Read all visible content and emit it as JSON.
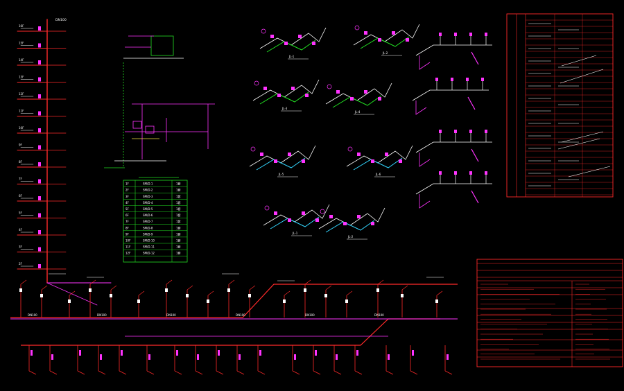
{
  "drawing": {
    "background": "#000000",
    "colors": {
      "red": "#ff2a2a",
      "magenta": "#ff33ff",
      "green": "#22e022",
      "white": "#ffffff",
      "cyan": "#33d6ff",
      "yellow": "#f0e040"
    }
  },
  "riser": {
    "floor_tags": [
      "16F",
      "15F",
      "14F",
      "13F",
      "12F",
      "11F",
      "10F",
      "9F",
      "8F",
      "7F",
      "6F",
      "5F",
      "4F",
      "3F",
      "2F"
    ],
    "top_label": "DN100"
  },
  "isometric_groups": [
    {
      "name": "iso-group-1",
      "title": "JL-1"
    },
    {
      "name": "iso-group-2",
      "title": "JL-2"
    },
    {
      "name": "iso-group-3",
      "title": "JL-3"
    },
    {
      "name": "iso-group-4",
      "title": "JL-4"
    },
    {
      "name": "iso-group-5",
      "title": "JL-5"
    },
    {
      "name": "iso-group-6",
      "title": "JL-6"
    }
  ],
  "fixture_table": {
    "title": "",
    "rows": [
      {
        "code": "1F",
        "model": "SM/D-1",
        "qty": "1套"
      },
      {
        "code": "2F",
        "model": "SM/D-2",
        "qty": "1套"
      },
      {
        "code": "3F",
        "model": "SM/D-3",
        "qty": "1套"
      },
      {
        "code": "4F",
        "model": "SM/D-4",
        "qty": "1套"
      },
      {
        "code": "5F",
        "model": "SM/D-5",
        "qty": "1套"
      },
      {
        "code": "6F",
        "model": "SM/D-6",
        "qty": "1套"
      },
      {
        "code": "7F",
        "model": "SM/D-7",
        "qty": "1套"
      },
      {
        "code": "8F",
        "model": "SM/D-8",
        "qty": "1套"
      },
      {
        "code": "9F",
        "model": "SM/D-9",
        "qty": "1套"
      },
      {
        "code": "10F",
        "model": "SM/D-10",
        "qty": "1套"
      },
      {
        "code": "11F",
        "model": "SM/D-11",
        "qty": "1套"
      },
      {
        "code": "12F",
        "model": "SM/D-12",
        "qty": "1套"
      }
    ]
  },
  "notes_left": {
    "title": "",
    "lines": [
      "",
      "",
      ""
    ]
  },
  "notes_mid": {
    "title": "",
    "lines": [
      "",
      "",
      "",
      "",
      ""
    ]
  },
  "notes_bottom": {
    "title": "",
    "lines": [
      "",
      "",
      ""
    ]
  },
  "legend_table": {
    "title": ""
  },
  "design_notes": {
    "title": ""
  },
  "main_pipe_labels": [
    "DN100",
    "DN100",
    "DN100",
    "DN100",
    "DN100",
    "DN100"
  ]
}
